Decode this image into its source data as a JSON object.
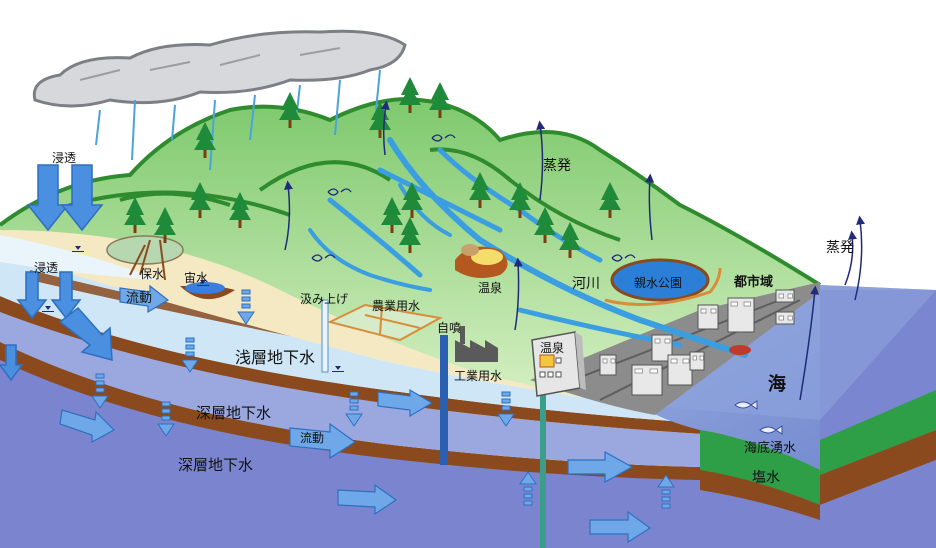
{
  "labels": {
    "infiltration_top": "浸透",
    "infiltration_left": "浸透",
    "water_retention": "保水",
    "perched_water": "宙水",
    "flow_upper": "流動",
    "pumping": "汲み上げ",
    "agri_water": "農業用水",
    "artesian": "自噴",
    "industrial_water": "工業用水",
    "onsen_mountain": "温泉",
    "onsen_building": "温泉",
    "river": "河川",
    "water_park": "親水公園",
    "urban_area": "都市域",
    "evaporation_hill": "蒸発",
    "evaporation_sea": "蒸発",
    "sea": "海",
    "shallow_gw": "浅層地下水",
    "deep_gw_1": "深層地下水",
    "deep_gw_2": "深層地下水",
    "flow_lower": "流動",
    "submarine_spring": "海底湧水",
    "saltwater": "塩水"
  },
  "colors": {
    "sky_cloud": "#d6d8dc",
    "mountain_light": "#b9e3a2",
    "mountain_dark": "#7ec96d",
    "ridge_line": "#2e8b2e",
    "sand": "#f4e9c3",
    "clay_brown": "#8a4a1d",
    "aquifer_blue": "#aebde6",
    "deep_blue": "#7f86cf",
    "water_blue": "#3a9ee0",
    "sea_blue": "#7f97d8",
    "arrow_blue": "#6ea8e8",
    "urban_gray": "#8c8c8c",
    "green_layer": "#2e9e47"
  },
  "icons": [
    "cloud-icon",
    "tree-icon",
    "factory-icon",
    "onsen-icon",
    "building-icon",
    "fish-icon",
    "well-icon",
    "evaporation-arrow-icon",
    "flow-arrow-icon"
  ]
}
